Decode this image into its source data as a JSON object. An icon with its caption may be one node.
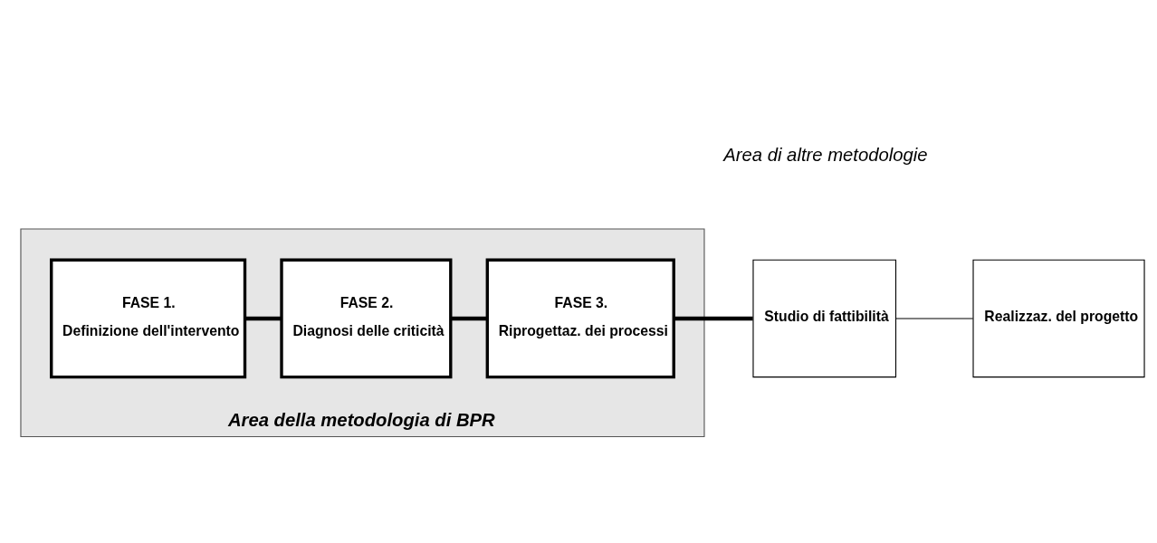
{
  "diagram": {
    "nodes": [
      {
        "text": [
          "Area della metodologia di BPR"
        ]
      },
      {
        "text": [
          "FASE 1.",
          "Definizione dell'intervento"
        ],
        "in": 0
      },
      {
        "text": [
          "FASE 2.",
          "Diagnosi delle criticità"
        ],
        "in": 0
      },
      {
        "text": [
          "FASE 3.",
          "Riprogettaz. dei processi"
        ],
        "in": 0
      },
      {
        "text": [
          "Studio di fattibilità"
        ]
      },
      {
        "text": [
          "Realizzaz. del progetto"
        ]
      }
    ],
    "edges": [
      {
        "from": 1,
        "to": 2,
        "arrow": "none"
      },
      {
        "from": 2,
        "to": 3,
        "arrow": "none"
      },
      {
        "from": 3,
        "to": 4,
        "arrow": "none"
      },
      {
        "from": 4,
        "to": 5,
        "arrow": "none"
      }
    ],
    "labels": [
      "Area di altre metodologie"
    ]
  }
}
